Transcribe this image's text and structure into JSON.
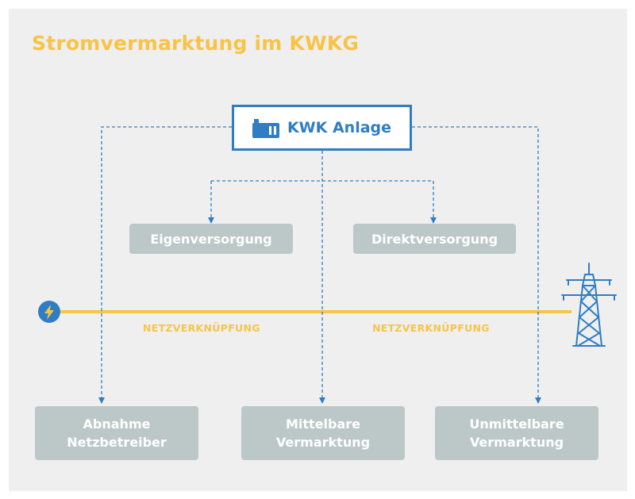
{
  "title": "Stromvermarktung im KWKG",
  "source_node": {
    "label": "KWK Anlage",
    "icon": "power-plant-icon"
  },
  "self_supply": [
    {
      "label": "Eigenversorgung"
    },
    {
      "label": "Direktversorgung"
    }
  ],
  "grid": {
    "start_icon": "lightning-icon",
    "end_icon": "power-pylon-icon",
    "labels": [
      "NETZVERKNÜPFUNG",
      "NETZVERKNÜPFUNG"
    ]
  },
  "marketing": [
    {
      "lines": [
        "Abnahme",
        "Netzbetreiber"
      ]
    },
    {
      "lines": [
        "Mittelbare",
        "Vermarktung"
      ]
    },
    {
      "lines": [
        "Unmittelbare",
        "Vermarktung"
      ]
    }
  ],
  "colors": {
    "accent_blue": "#2f7dc4",
    "grid_yellow": "#f7c448",
    "box_gray": "#bcc8c8",
    "background": "#efefef"
  }
}
